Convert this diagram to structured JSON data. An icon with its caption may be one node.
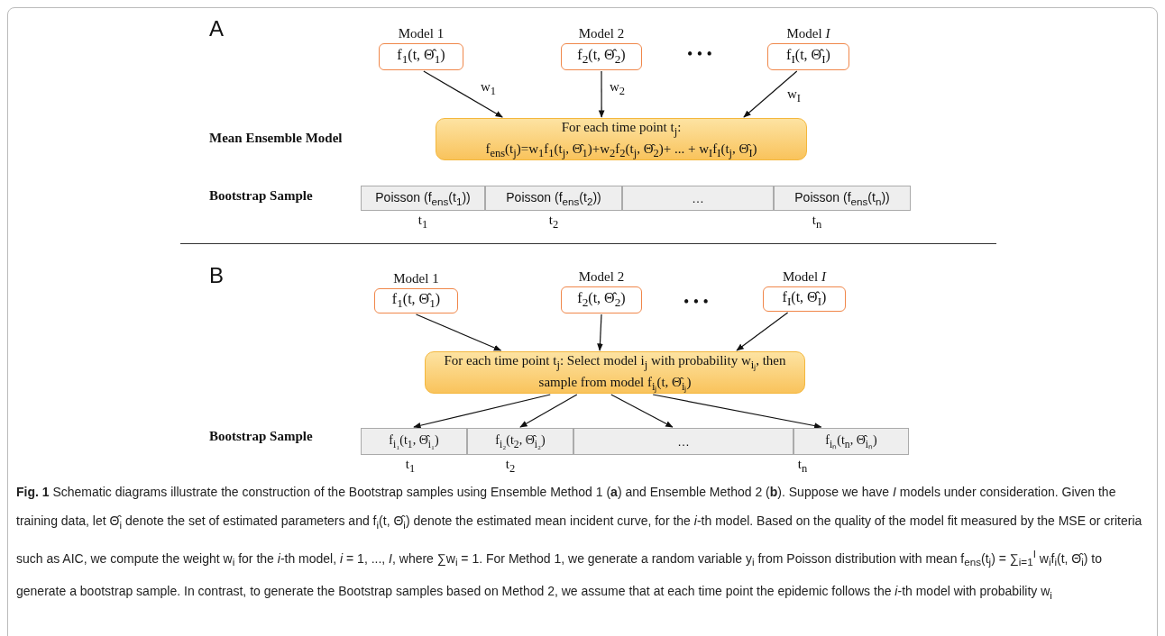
{
  "diagram": {
    "caption": "**Fig. 1** Schematic diagrams illustrate the construction of the Bootstrap samples using Ensemble Method 1 (**a**) and Ensemble Method 2 (**b**). Suppose we have *I* models under consideration. Given the training data, let Θ̂$_{i}$ denote the set of estimated parameters and f$_{i}$(t, Θ̂$_{i}$) denote the estimated mean incident curve, for the *i*-th model. Based on the quality of the model fit measured by the MSE or criteria such as AIC, we compute the weight w$_{i}$ for the *i*-th model, *i* = 1, ..., *I*, where ∑w$_{i}$ = 1. For Method 1, we generate a random variable y$_{i}$ from Poisson distribution with mean f$_{ens}$(t$_{j}$) = ∑$_{i=1}$$^{I}$ w$_{i}$f$_{i}$(t, Θ̂$_{i}$) to generate a bootstrap sample. In contrast, to generate the Bootstrap samples based on Method 2, we assume that at each time point the epidemic follows the *i*-th model with probability w$_{i}$",
    "nodes": [
      {
        "text": [
          "Model 1",
          "f$_{1}$(t, Θ̂$_{1}$)"
        ]
      },
      {
        "text": [
          "Model 2",
          "f$_{2}$(t, Θ̂$_{2}$)"
        ]
      },
      {
        "text": [
          "Model *I*",
          "f$_{I}$(t, Θ̂$_{I}$)"
        ]
      },
      {
        "text": [
          "For each time point t$_{j}$:",
          "f$_{ens}$(t$_{j}$)=w$_{1}$f$_{1}$(t$_{j}$, Θ̂$_{1}$)+w$_{2}$f$_{2}$(t$_{j}$, Θ̂$_{2}$)+ ... + w$_{I}$f$_{I}$(t$_{j}$, Θ̂$_{I}$)"
        ]
      },
      {
        "text": [
          "Poisson (f$_{ens}$(t$_{1}$))"
        ],
        "beside": [
          "t$_{1}$"
        ]
      },
      {
        "text": [
          "Poisson (f$_{ens}$(t$_{2}$))"
        ],
        "beside": [
          "t$_{2}$"
        ]
      },
      {
        "text": [
          "…"
        ]
      },
      {
        "text": [
          "Poisson (f$_{ens}$(t$_{n}$))"
        ],
        "beside": [
          "t$_{n}$"
        ]
      },
      {
        "text": [
          "Model 1",
          "f$_{1}$(t, Θ̂$_{1}$)"
        ]
      },
      {
        "text": [
          "Model 2",
          "f$_{2}$(t, Θ̂$_{2}$)"
        ]
      },
      {
        "text": [
          "Model *I*",
          "f$_{I}$(t, Θ̂$_{I}$)"
        ]
      },
      {
        "text": [
          "For each time point t$_{j}$: Select model i$_{j}$ with probability w$_{iⱼ}$, then sample from model f$_{iⱼ}$(t, Θ̂$_{iⱼ}$)"
        ]
      },
      {
        "text": [
          "f$_{i₁}$(t$_{1}$, Θ̂$_{i₁}$)"
        ],
        "beside": [
          "t$_{1}$"
        ]
      },
      {
        "text": [
          "f$_{i₂}$(t$_{2}$, Θ̂$_{i₂}$)"
        ],
        "beside": [
          "t$_{2}$"
        ]
      },
      {
        "text": [
          "…"
        ]
      },
      {
        "text": [
          "f$_{iₙ}$(t$_{n}$, Θ̂$_{iₙ}$)"
        ],
        "beside": [
          "t$_{n}$"
        ]
      }
    ],
    "edges": [
      {
        "from": 0,
        "to": 3,
        "arrow": "to",
        "label": "w$_{1}$"
      },
      {
        "from": 1,
        "to": 3,
        "arrow": "to",
        "label": "w$_{2}$"
      },
      {
        "from": 2,
        "to": 3,
        "arrow": "to",
        "label": "w$_{I}$"
      },
      {
        "from": 8,
        "to": 11,
        "arrow": "to"
      },
      {
        "from": 9,
        "to": 11,
        "arrow": "to"
      },
      {
        "from": 10,
        "to": 11,
        "arrow": "to"
      },
      {
        "from": 11,
        "to": 12,
        "arrow": "to"
      },
      {
        "from": 11,
        "to": 13,
        "arrow": "to"
      },
      {
        "from": 11,
        "to": 14,
        "arrow": "to"
      },
      {
        "from": 11,
        "to": 15,
        "arrow": "to"
      }
    ],
    "labels": [
      "A",
      "• • •",
      "Mean Ensemble Model",
      "Bootstrap Sample",
      "B",
      "• • •",
      "Bootstrap Sample"
    ]
  }
}
